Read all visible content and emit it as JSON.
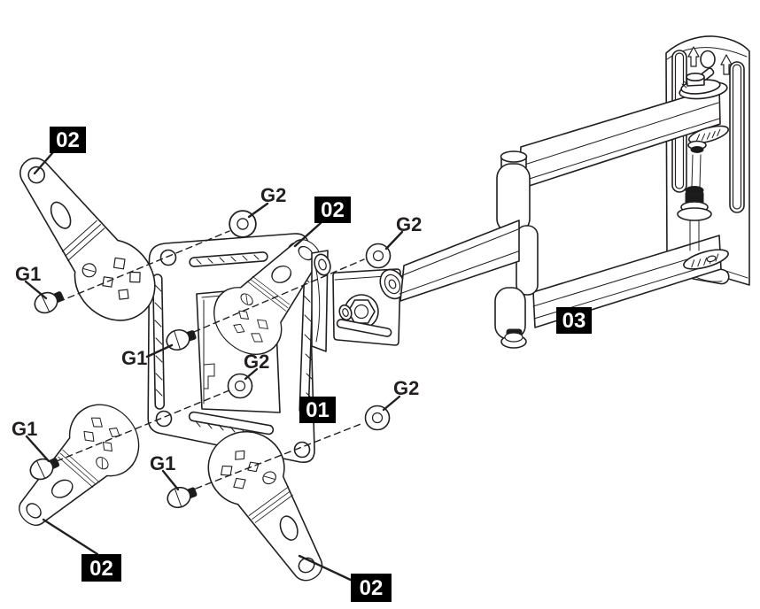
{
  "figure": {
    "kind": "exploded assembly diagram",
    "subject": "Articulating TV wall-mount bracket installation drawing"
  },
  "labels": {
    "part_01": "01",
    "part_02": "02",
    "part_03": "03",
    "screw": "G1",
    "nut": "G2"
  },
  "callouts": [
    {
      "ref": "01",
      "part": "monitor-plate",
      "count": 1
    },
    {
      "ref": "02",
      "part": "tilt-bracket",
      "count": 4
    },
    {
      "ref": "03",
      "part": "articulating-arm-and-wall-plate",
      "count": 1
    },
    {
      "ref": "G1",
      "part": "screw",
      "count": 4
    },
    {
      "ref": "G2",
      "part": "flange-nut",
      "count": 4
    }
  ],
  "colors": {
    "background": "#ffffff",
    "line": "#231f20",
    "label_box_bg": "#000000",
    "label_box_text": "#ffffff"
  }
}
